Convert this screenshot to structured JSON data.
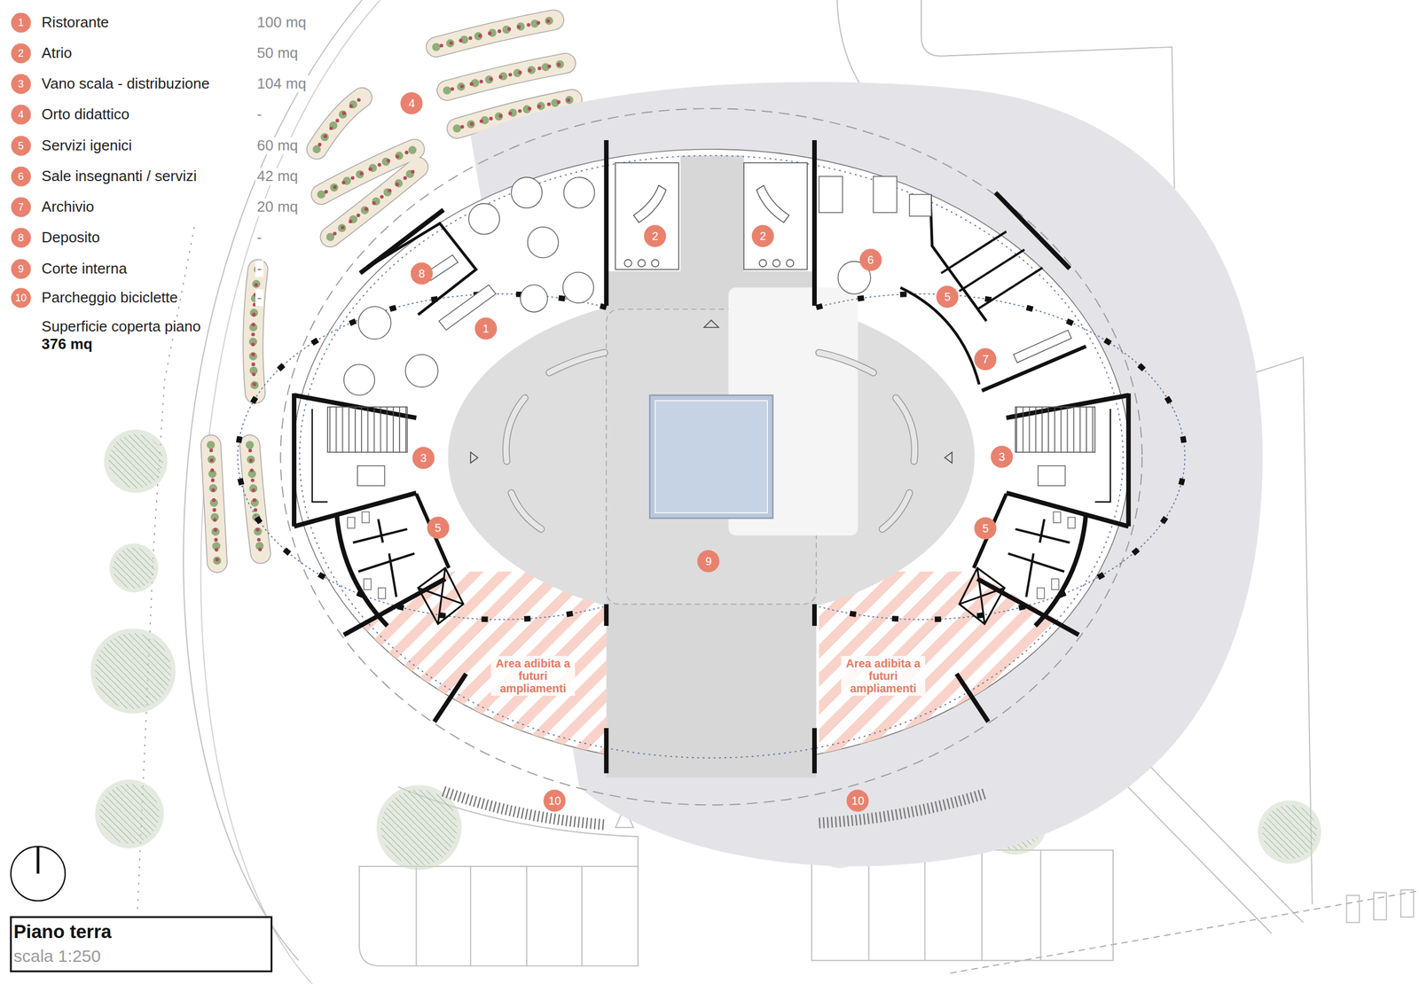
{
  "diagram": {
    "title": "Piano terra",
    "caption": "scala 1:250",
    "nodes": [
      {
        "text": [
          "1"
        ]
      },
      {
        "text": [
          "2"
        ]
      },
      {
        "text": [
          "3"
        ]
      },
      {
        "text": [
          "4"
        ]
      },
      {
        "text": [
          "5"
        ]
      },
      {
        "text": [
          "6"
        ]
      },
      {
        "text": [
          "7"
        ]
      },
      {
        "text": [
          "8"
        ]
      },
      {
        "text": [
          "9"
        ]
      },
      {
        "text": [
          "10"
        ]
      },
      {
        "text": [
          "4"
        ]
      },
      {
        "text": [
          "2"
        ]
      },
      {
        "text": [
          "2"
        ]
      },
      {
        "text": [
          "6"
        ]
      },
      {
        "text": [
          "8"
        ]
      },
      {
        "text": [
          "5"
        ]
      },
      {
        "text": [
          "1"
        ]
      },
      {
        "text": [
          "7"
        ]
      },
      {
        "text": [
          "3"
        ]
      },
      {
        "text": [
          "3"
        ]
      },
      {
        "text": [
          "5"
        ]
      },
      {
        "text": [
          "5"
        ]
      },
      {
        "text": [
          "9"
        ]
      },
      {
        "text": [
          "10"
        ]
      },
      {
        "text": [
          "10"
        ]
      }
    ],
    "labels": [
      "Ristorante",
      "100 mq",
      "Atrio",
      "50 mq",
      "Vano scala - distribuzione",
      "104 mq",
      "Orto didattico",
      "-",
      "Servizi igenici",
      "60 mq",
      "Sale insegnanti / servizi",
      "42 mq",
      "Archivio",
      "20 mq",
      "Deposito",
      "-",
      "Corte interna",
      "-",
      "Parcheggio biciclette",
      "-",
      "Superficie coperta piano",
      "376 mq",
      "Area adibita a futuri ampliamenti",
      "Area adibita a futuri ampliamenti"
    ]
  }
}
